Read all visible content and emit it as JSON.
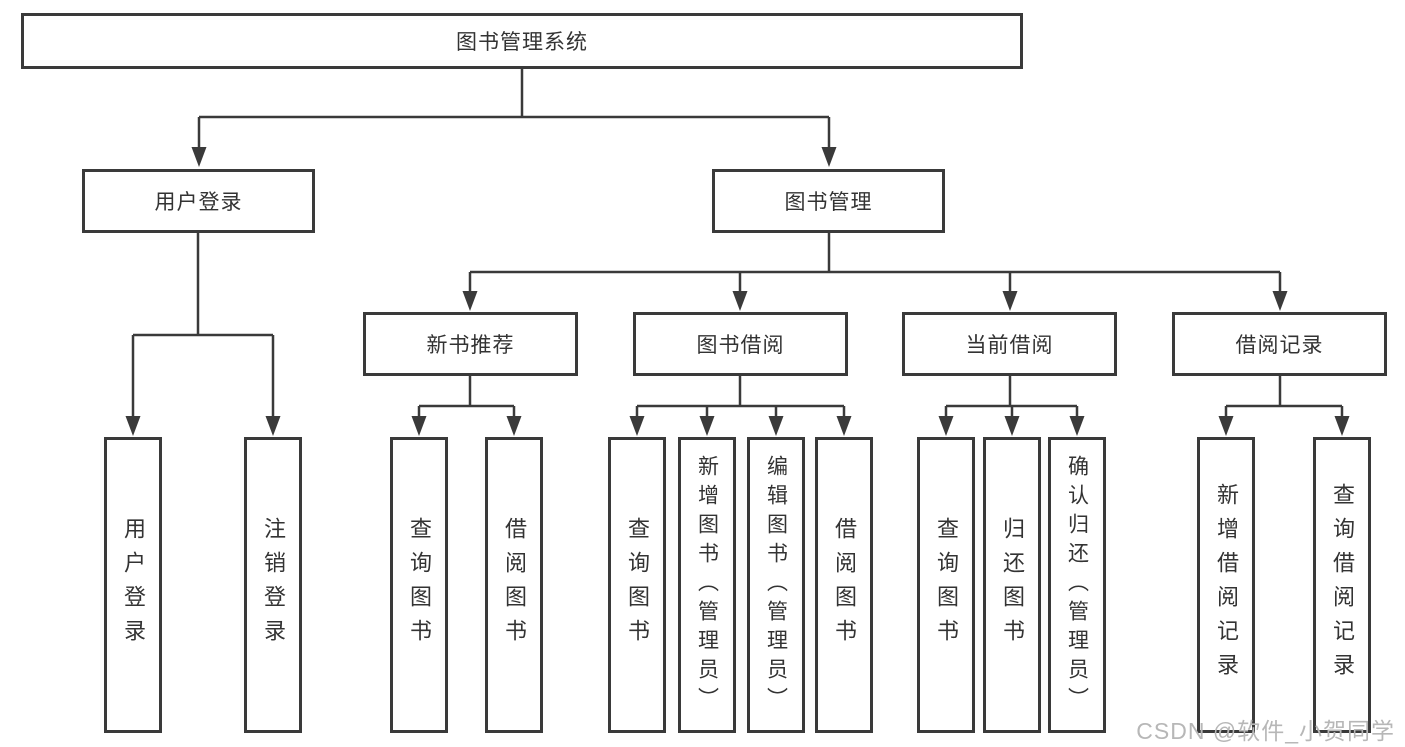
{
  "tree": {
    "root": "图书管理系统",
    "branches": [
      {
        "label": "用户登录",
        "leaves": [
          "用户登录",
          "注销登录"
        ]
      },
      {
        "label": "图书管理",
        "sections": [
          {
            "label": "新书推荐",
            "leaves": [
              "查询图书",
              "借阅图书"
            ]
          },
          {
            "label": "图书借阅",
            "leaves": [
              "查询图书",
              "新增图书（管理员）",
              "编辑图书（管理员）",
              "借阅图书"
            ]
          },
          {
            "label": "当前借阅",
            "leaves": [
              "查询图书",
              "归还图书",
              "确认归还（管理员）"
            ]
          },
          {
            "label": "借阅记录",
            "leaves": [
              "新增借阅记录",
              "查询借阅记录"
            ]
          }
        ]
      }
    ]
  },
  "watermark": {
    "text": "CSDN @软件_小贺同学"
  },
  "colors": {
    "line": "#3a3a3a",
    "box_border": "#3a3a3a",
    "text": "#333333",
    "watermark": "#b7b7b7",
    "background": "#ffffff"
  }
}
